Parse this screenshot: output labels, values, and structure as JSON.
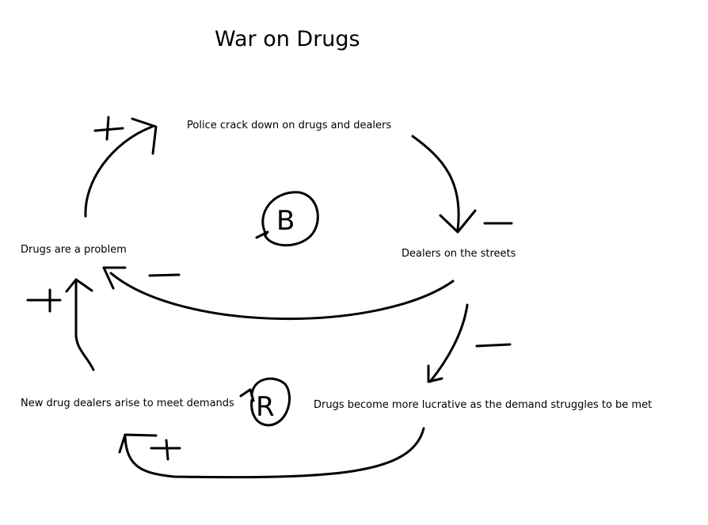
{
  "title": "War on Drugs",
  "nodes": {
    "police": "Police crack down on drugs and dealers",
    "dealers": "Dealers on the streets",
    "problem": "Drugs are a problem",
    "lucrative": "Drugs become more lucrative as the demand struggles to be met",
    "new_dealers": "New drug dealers arise to meet demands"
  },
  "loops": {
    "balancing": "B",
    "reinforcing": "R"
  }
}
